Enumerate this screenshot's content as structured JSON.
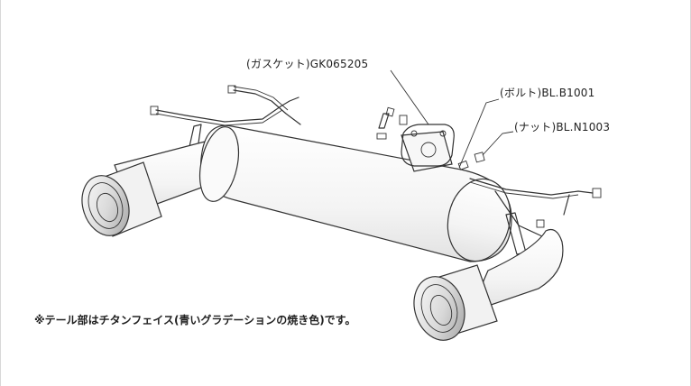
{
  "callouts": {
    "gasket": "(ガスケット)GK065205",
    "bolt": "(ボルト)BL.B1001",
    "nut": "(ナット)BL.N1003"
  },
  "note": "※テール部はチタンフェイス(青いグラデーションの焼き色)です。",
  "colors": {
    "line": "#333333",
    "tip_ring": "#e6e6e6",
    "tip_inner": "#d2d2d2",
    "body_shade": "#f2f2f2"
  }
}
